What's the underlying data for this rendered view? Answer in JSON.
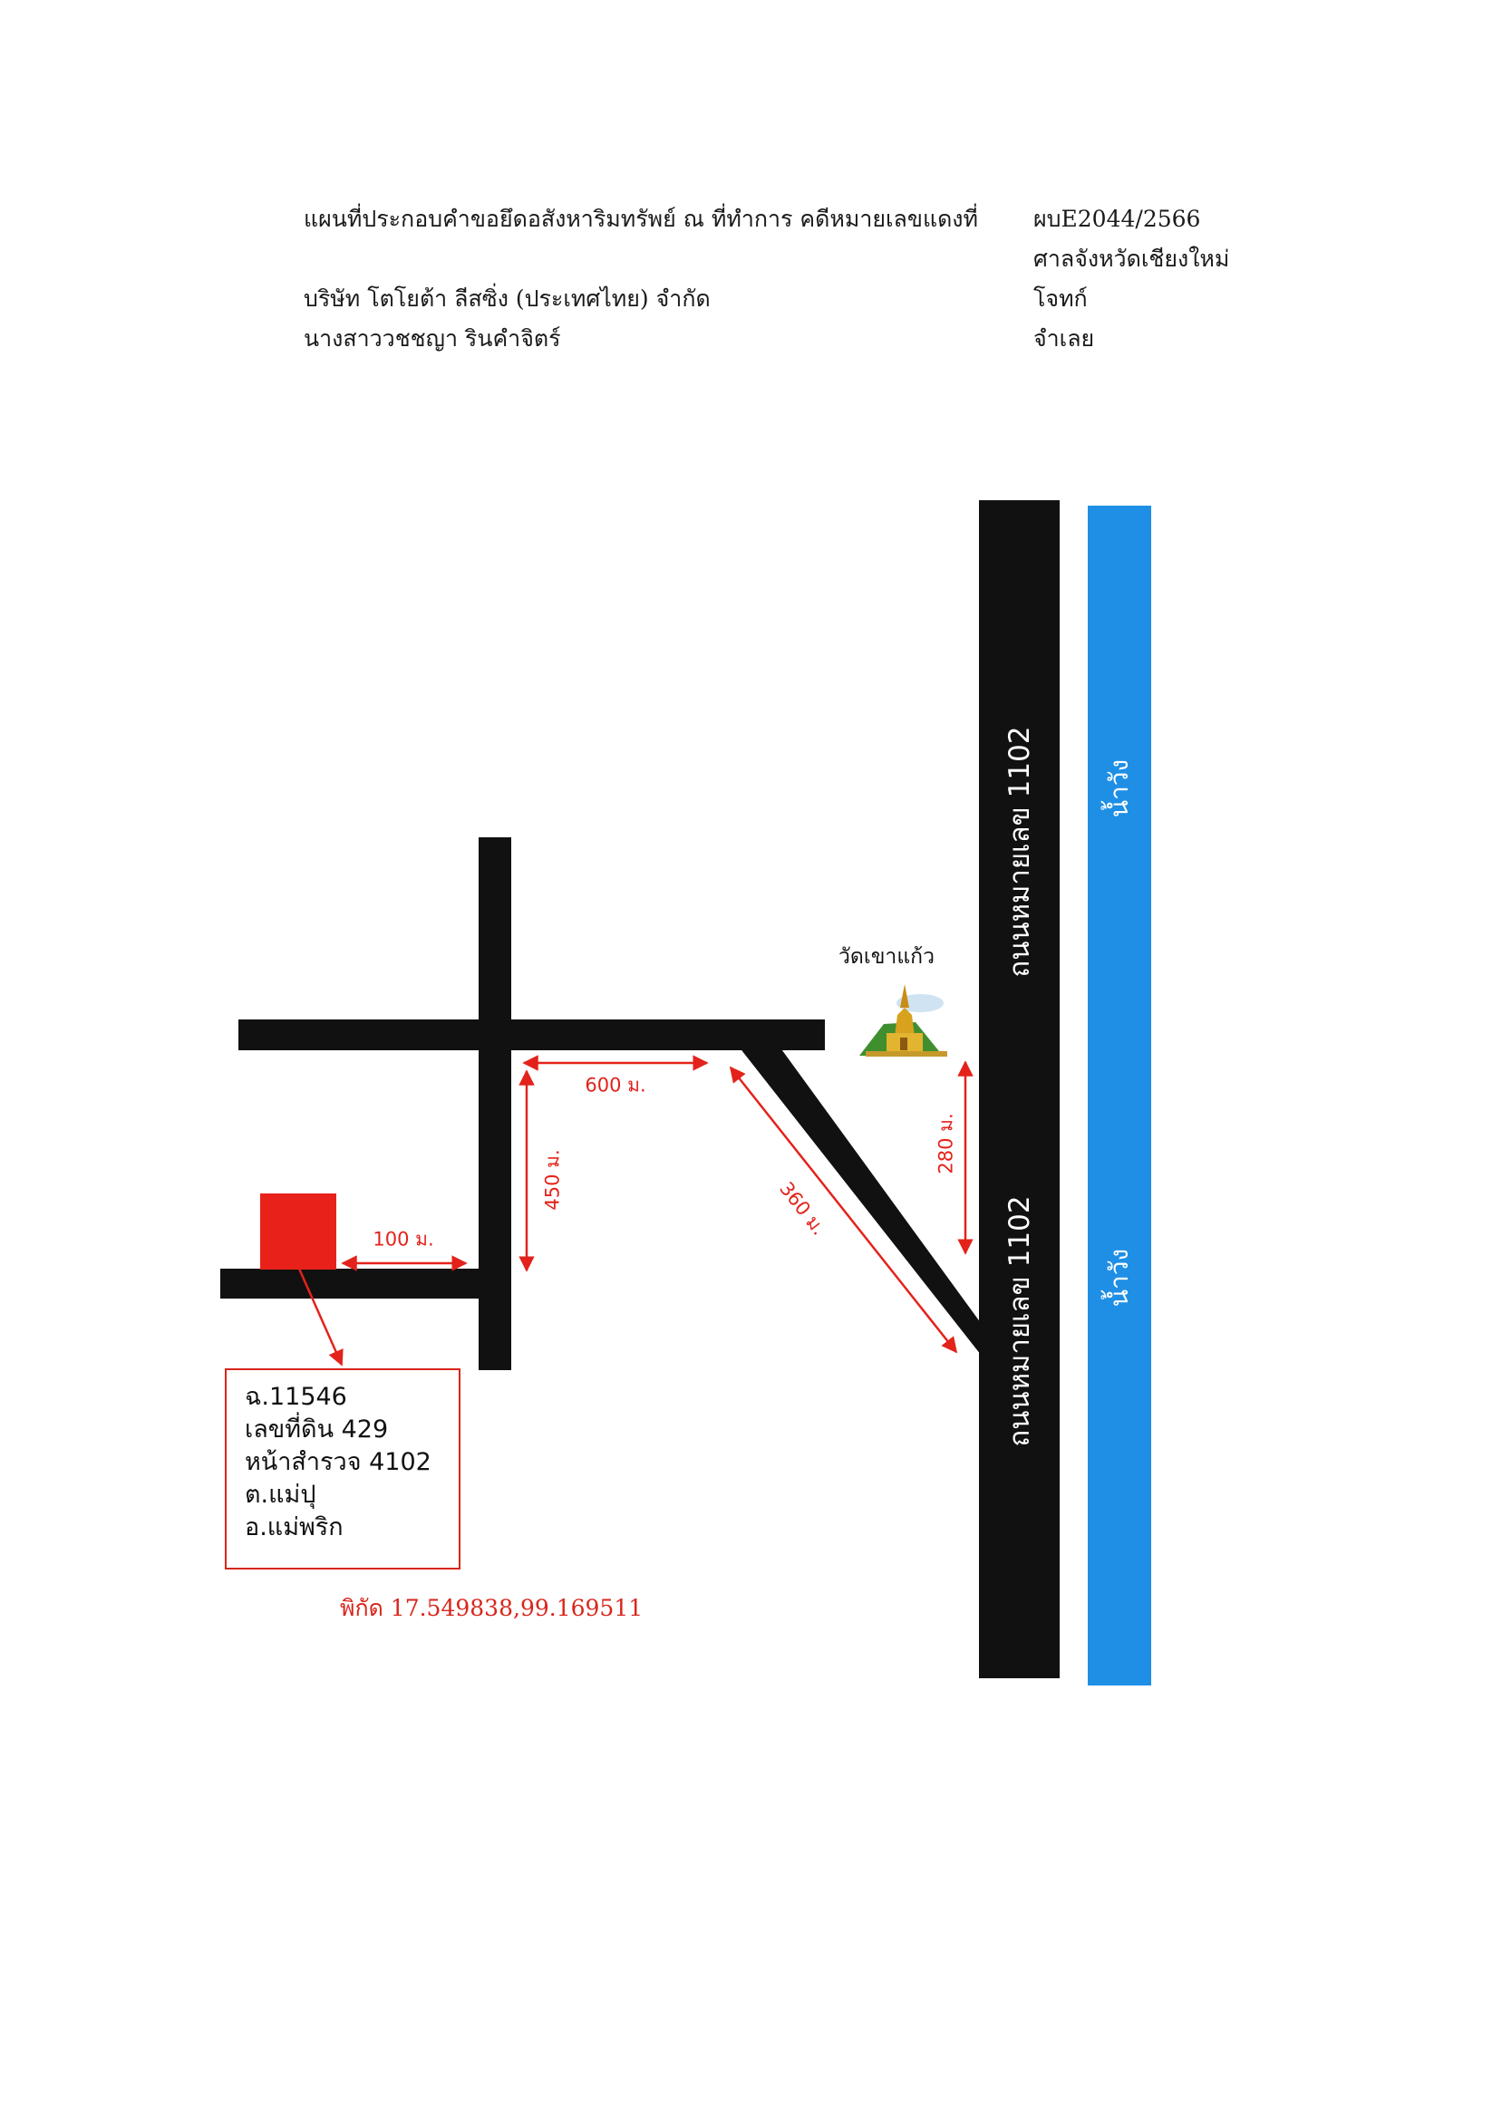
{
  "header": {
    "left_line1": "แผนที่ประกอบคำขอยึดอสังหาริมทรัพย์ ณ ที่ทำการ คดีหมายเลขแดงที่",
    "right_line1": "ผบE2044/2566",
    "right_line2": "ศาลจังหวัดเชียงใหม่",
    "left_line3": "บริษัท โตโยต้า ลีสซิ่ง (ประเทศไทย) จำกัด",
    "right_line3": "โจทก์",
    "left_line4": "นางสาววชชญา รินคำจิตร์",
    "right_line4": "จำเลย"
  },
  "map": {
    "road_label_top": "ถนนหมายเลข 1102",
    "road_label_bottom": "ถนนหมายเลข 1102",
    "river_label_top": "น้ำวัง",
    "river_label_bottom": "น้ำวัง",
    "temple_label": "วัดเขาแก้ว",
    "temple_icon": "temple-pagoda-icon",
    "distances": {
      "d600": "600 ม.",
      "d450": "450 ม.",
      "d360": "360 ม.",
      "d280": "280 ม.",
      "d100": "100 ม."
    },
    "plot_info": [
      "ฉ.11546",
      "เลขที่ดิน 429",
      "หน้าสำรวจ 4102",
      "ต.แม่ปุ",
      "อ.แม่พริก"
    ],
    "coordinates": "พิกัด 17.549838,99.169511",
    "colors": {
      "road": "#111111",
      "river": "#1f8fe6",
      "plot": "#e8221a",
      "annotation": "#e3231b"
    }
  }
}
